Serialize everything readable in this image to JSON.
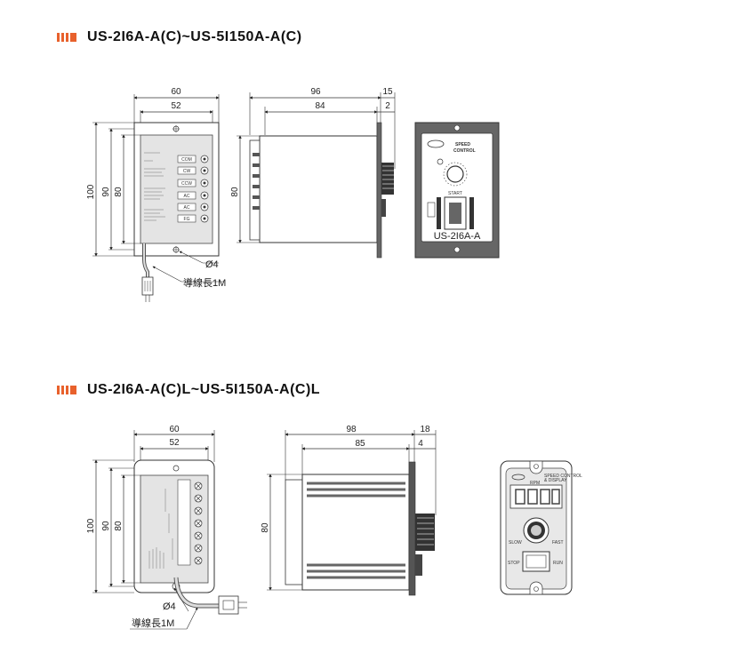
{
  "section1": {
    "title": "US-2I6A-A(C)~US-5I150A-A(C)",
    "front": {
      "dim_width_outer": "60",
      "dim_width_inner": "52",
      "dim_h_100": "100",
      "dim_h_90": "90",
      "dim_h_80": "80",
      "hole_label": "Ø4",
      "lead_label": "導線長1M",
      "terminals": [
        "COM",
        "CW",
        "CCW",
        "AC",
        "AC",
        "FG"
      ]
    },
    "side": {
      "dim_96": "96",
      "dim_84": "84",
      "dim_15": "15",
      "dim_2": "2",
      "dim_80": "80"
    },
    "panel": {
      "brand_title_1": "SPEED",
      "brand_title_2": "CONTROL",
      "start_label": "START",
      "model": "US-2I6A-A"
    }
  },
  "section2": {
    "title": "US-2I6A-A(C)L~US-5I150A-A(C)L",
    "front": {
      "dim_width_outer": "60",
      "dim_width_inner": "52",
      "dim_h_100": "100",
      "dim_h_90": "90",
      "dim_h_80": "80",
      "hole_label": "Ø4",
      "lead_label": "導線長1M"
    },
    "side": {
      "dim_98": "98",
      "dim_85": "85",
      "dim_18": "18",
      "dim_4": "4",
      "dim_80": "80"
    },
    "panel": {
      "rpm": "RPM",
      "speed_control": "SPEED CONTROL",
      "display": "& DISPLAY",
      "slow": "SLOW",
      "fast": "FAST",
      "stop": "STOP",
      "run": "RUN"
    }
  }
}
